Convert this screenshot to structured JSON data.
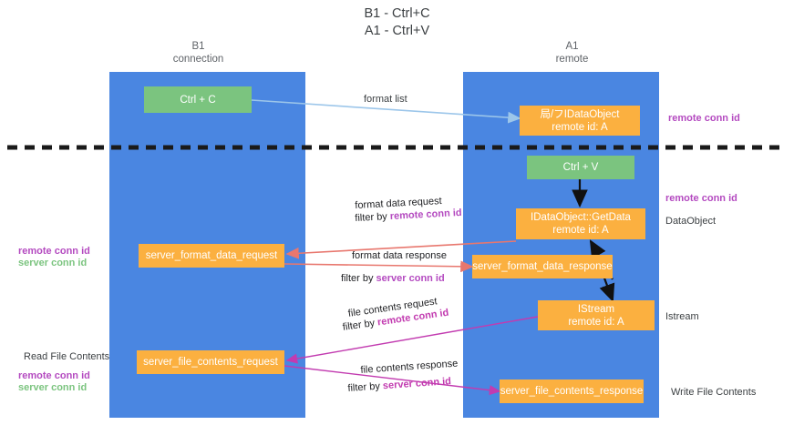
{
  "title": "B1 - Ctrl+C\nA1 - Ctrl+V",
  "columns": {
    "left": "B1\nconnection",
    "right": "A1\nremote"
  },
  "nodes": {
    "ctrl_c": "Ctrl + C",
    "idataobject_top": "局/フIDataObject\nremote id: A",
    "ctrl_v": "Ctrl + V",
    "getdata": "IDataObject::GetData\nremote id: A",
    "server_format_data_request": "server_format_data_request",
    "server_format_data_response": "server_format_data_response",
    "istream": "IStream\nremote id: A",
    "server_file_contents_request": "server_file_contents_request",
    "server_file_contents_response": "server_file_contents_response"
  },
  "edges": {
    "format_list": "format list",
    "format_data_request": "format data request",
    "format_data_request_filter_prefix": "filter by ",
    "format_data_request_filter_key": "remote conn id",
    "format_data_response": "format data response",
    "format_data_response_filter_prefix": "filter by ",
    "format_data_response_filter_key": "server conn id",
    "file_contents_request": "file contents request",
    "file_contents_request_filter_prefix": "filter by ",
    "file_contents_request_filter_key": "remote conn id",
    "file_contents_response": "file contents response",
    "file_contents_response_filter_prefix": "filter by ",
    "file_contents_response_filter_key": "server conn id"
  },
  "annotations": {
    "right_remote_conn_id_top": "remote conn id",
    "right_remote_conn_id_mid": "remote conn id",
    "right_dataobject": "DataObject",
    "right_istream": "Istream",
    "right_write_file_contents": "Write File Contents",
    "left_remote_conn_id": "remote conn id",
    "left_server_conn_id": "server conn id",
    "left_read_file_contents": "Read File Contents",
    "left_bottom_remote_conn_id": "remote conn id",
    "left_bottom_server_conn_id": "server conn id"
  },
  "colors": {
    "lane": "#4a86e1",
    "green_node": "#7bc47f",
    "orange_node": "#fbb040",
    "purple": "#b44ac0",
    "green_text": "#7bc47f",
    "red_arrow": "#e8776e",
    "blue_arrow": "#9cc6ea",
    "magenta_arrow": "#c23bb0",
    "divider": "#1a1a1a"
  }
}
